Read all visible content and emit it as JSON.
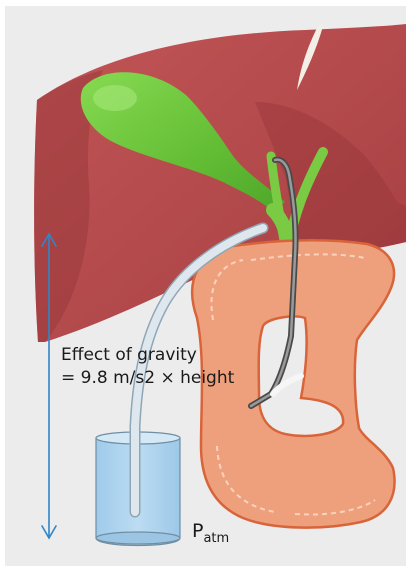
{
  "labels": {
    "gravity_line1": "Effect of gravity",
    "gravity_line2": "= 9.8 m/s2 × height",
    "pressure_symbol": "P",
    "pressure_subscript": "atm"
  },
  "colors": {
    "background_panel": "#ececed",
    "liver": "#b34a4c",
    "liver_shadow": "#8f3234",
    "gallbladder": "#6cc83a",
    "bile_duct": "#7acb43",
    "duodenum": "#eea07c",
    "duodenum_outline": "#d8643a",
    "drain_tube": "#c9d4dc",
    "container_liquid": "#aed4ee",
    "height_arrow": "#2f86c8"
  },
  "icons": {
    "height_arrow": "double-headed-arrow-icon"
  }
}
